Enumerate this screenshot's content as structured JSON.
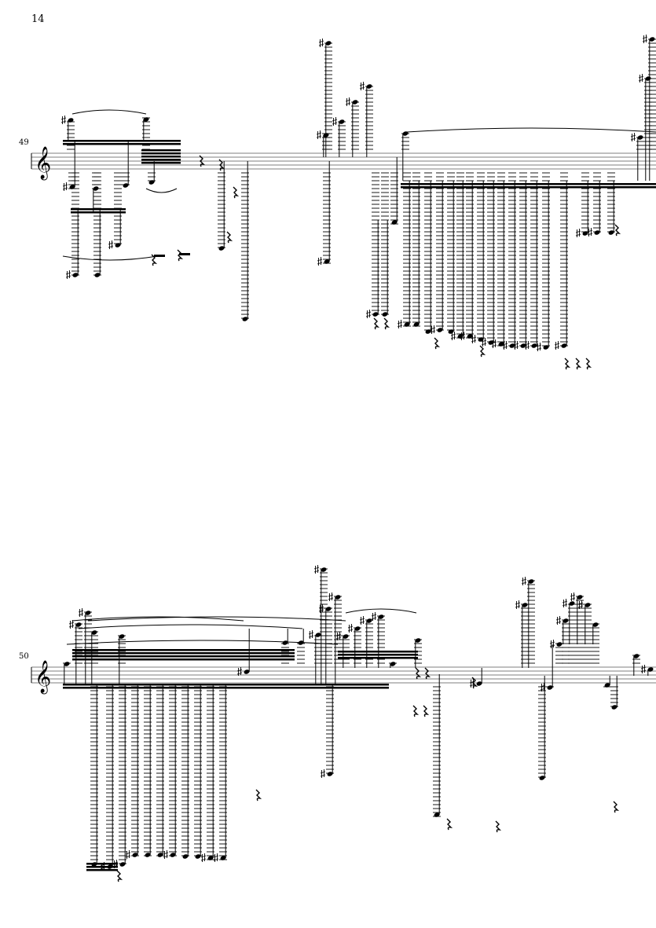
{
  "page": {
    "number": "14"
  },
  "systems": [
    {
      "measure_number": "49",
      "clef": "treble"
    },
    {
      "measure_number": "50",
      "clef": "treble"
    }
  ],
  "colors": {
    "ink": "#000000",
    "staff": "#555555"
  }
}
